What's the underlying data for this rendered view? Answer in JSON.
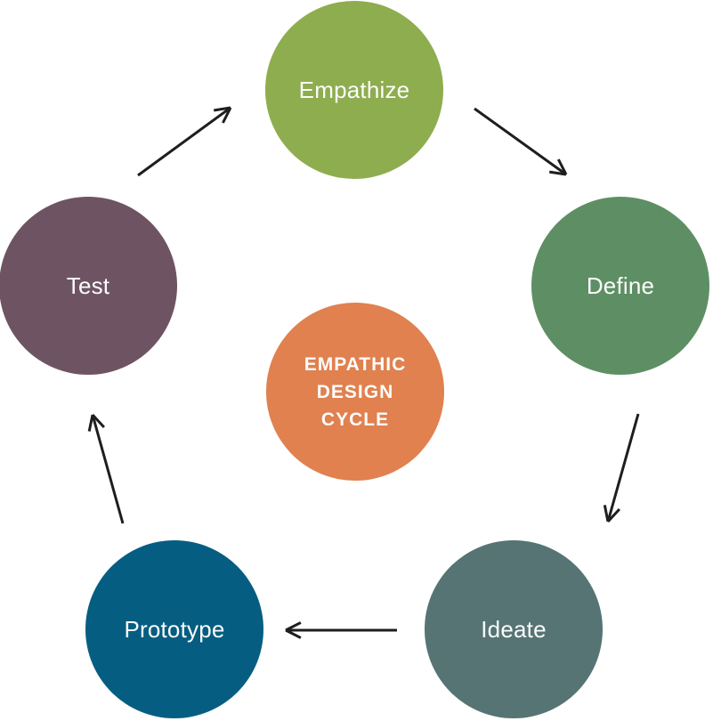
{
  "diagram": {
    "background_color": "#ffffff",
    "arrow_color": "#1e1e1e",
    "text_color": "#fcfcfc",
    "center_node": {
      "color": "#e0814f",
      "lines": [
        "EMPATHIC",
        "DESIGN",
        "CYCLE"
      ]
    },
    "stages": [
      {
        "label": "Empathize",
        "color": "#8ead4f"
      },
      {
        "label": "Define",
        "color": "#5e8f64"
      },
      {
        "label": "Ideate",
        "color": "#557473"
      },
      {
        "label": "Prototype",
        "color": "#055e81"
      },
      {
        "label": "Test",
        "color": "#6e5463"
      }
    ],
    "flow": [
      {
        "from": "Empathize",
        "to": "Define"
      },
      {
        "from": "Define",
        "to": "Ideate"
      },
      {
        "from": "Ideate",
        "to": "Prototype"
      },
      {
        "from": "Prototype",
        "to": "Test"
      },
      {
        "from": "Test",
        "to": "Empathize"
      }
    ]
  }
}
